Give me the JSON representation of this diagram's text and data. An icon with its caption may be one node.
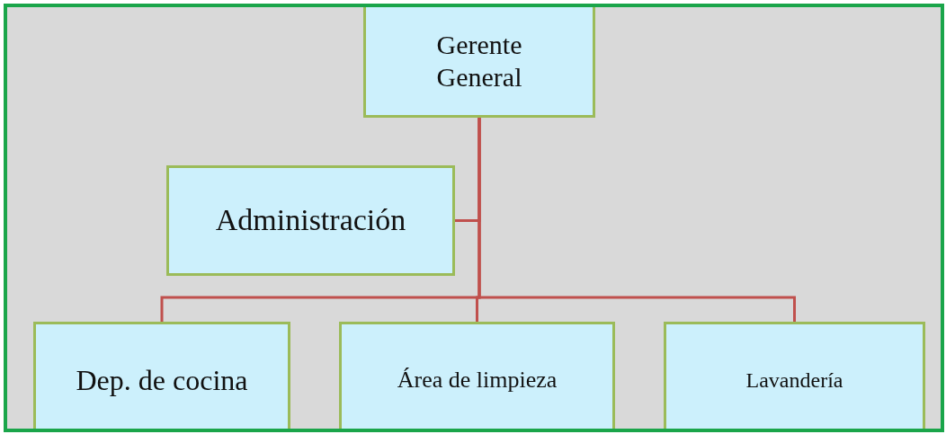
{
  "diagram": {
    "nodes": [
      {
        "text": [
          "Gerente General"
        ]
      },
      {
        "text": [
          "Administración"
        ]
      },
      {
        "text": [
          "Dep. de cocina"
        ]
      },
      {
        "text": [
          "Área de limpieza"
        ]
      },
      {
        "text": [
          "Lavandería"
        ]
      }
    ],
    "edges": [
      {
        "from": 0,
        "to": 1,
        "arrow": "none"
      },
      {
        "from": 0,
        "to": 2,
        "arrow": "none"
      },
      {
        "from": 0,
        "to": 3,
        "arrow": "none"
      },
      {
        "from": 0,
        "to": 4,
        "arrow": "none"
      }
    ]
  }
}
